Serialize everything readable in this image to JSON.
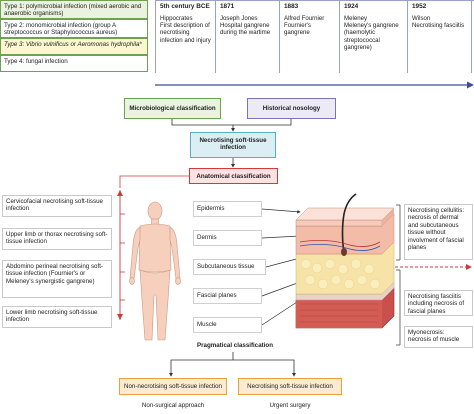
{
  "infection_types": [
    {
      "text": "Type 1: polymicrobial infection (mixed aerobic and anaerobic organisms)"
    },
    {
      "text": "Type 2: monomicrobial infection (group A streptococcus or Staphylococcus aureus)"
    },
    {
      "text": "Type 3: Vibrio vulnificus or Aeromonas hydrophila*"
    },
    {
      "text": "Type 4: fungal infection"
    }
  ],
  "timeline": [
    {
      "year": "5th century BCE",
      "desc": "Hippocrates\nFirst description of necrotising infection and injury"
    },
    {
      "year": "1871",
      "desc": "Joseph Jones\nHospital gangrene during the wartime"
    },
    {
      "year": "1883",
      "desc": "Alfred Fournier\nFournier's gangrene"
    },
    {
      "year": "1924",
      "desc": "Meleney\nMeleney's gangrene (haemolytic streptococcal gangrene)"
    },
    {
      "year": "1952",
      "desc": "Wilson\nNecrotising fasciitis"
    }
  ],
  "classification": {
    "microbiological": "Microbiological classification",
    "historical": "Historical nosology",
    "center": "Necrotising soft-tissue infection",
    "anatomical": "Anatomical classification",
    "pragmatical": "Pragmatical classification",
    "non_necrotising": "Non-necrotising soft-tissue infection",
    "necrotising": "Necrotising soft-tissue infection",
    "non_surgical": "Non-surgical approach",
    "urgent_surgery": "Urgent surgery"
  },
  "anatomical_regions": [
    "Cervicofacial necrotising soft-tissue infection",
    "Upper limb or thorax necrotising soft-tissue infection",
    "Abdomino perineal necrotising soft-tissue infection (Fournier's or Meleney's synergistic gangrene)",
    "Lower limb necrotising soft-tissue infection"
  ],
  "tissue_layers": [
    "Epidermis",
    "Dermis",
    "Subcutaneous tissue",
    "Fascial planes",
    "Muscle"
  ],
  "outcomes": [
    "Necrotising cellulitis: necrosis of dermal and subcutaneous tissue without involvment of fascial planes",
    "Necrotising fasciitis including necrosis of fascial planes",
    "Myonecrosis: necrosis of muscle"
  ],
  "colors": {
    "green": "#6fa24e",
    "green_fill": "#e9f3df",
    "yellow_fill": "#fbf7cf",
    "purple": "#7d72b3",
    "purple_fill": "#ecebf5",
    "teal_fill": "#dbeef3",
    "teal_border": "#5aaec3",
    "red": "#d23a3a",
    "red_fill": "#fbe3e3",
    "orange_fill": "#fcebd0",
    "orange_border": "#e9a23b",
    "skin": "#f6cfbd"
  }
}
